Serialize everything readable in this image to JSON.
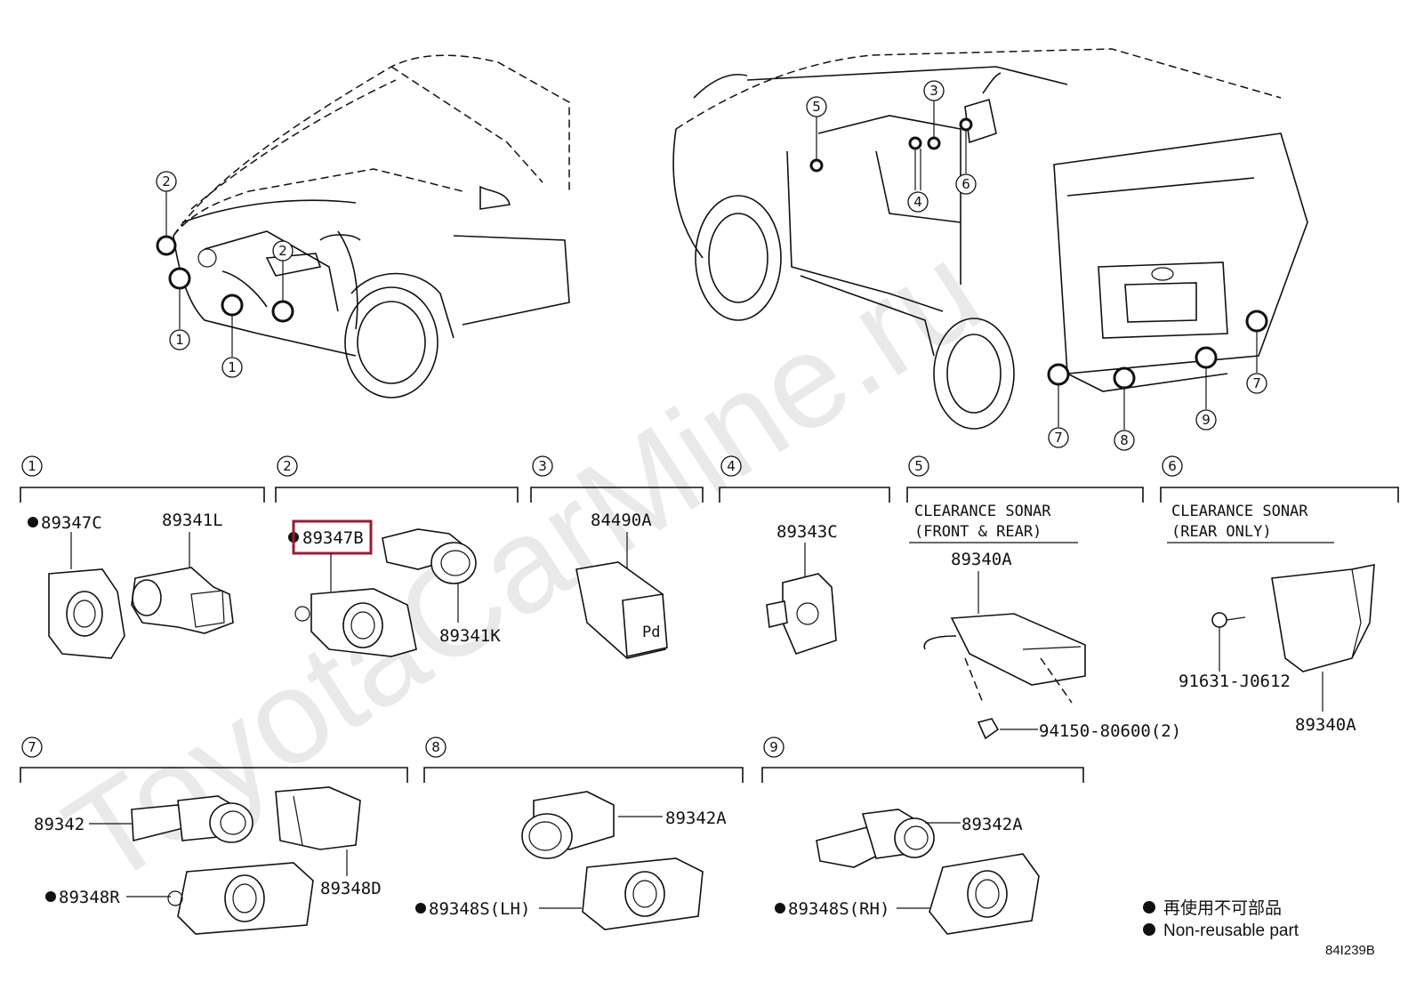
{
  "diagram": {
    "code": "84I239B",
    "watermark": "ToyotaCarMine.ru",
    "car_callouts": [
      "1",
      "1",
      "2",
      "2",
      "3",
      "4",
      "5",
      "6",
      "7",
      "7",
      "8",
      "9"
    ],
    "groups": [
      {
        "id": "1",
        "parts": [
          "89347C",
          "89341L"
        ]
      },
      {
        "id": "2",
        "parts": [
          "89347B",
          "89341K"
        ]
      },
      {
        "id": "3",
        "parts": [
          "84490A"
        ]
      },
      {
        "id": "4",
        "parts": [
          "89343C"
        ]
      },
      {
        "id": "5",
        "title_line1": "CLEARANCE SONAR",
        "title_line2": "(FRONT & REAR)",
        "parts": [
          "89340A",
          "94150-80600(2)"
        ]
      },
      {
        "id": "6",
        "title_line1": "CLEARANCE SONAR",
        "title_line2": "(REAR ONLY)",
        "parts": [
          "91631-J0612",
          "89340A"
        ]
      },
      {
        "id": "7",
        "parts": [
          "89342",
          "89348R",
          "89348D"
        ]
      },
      {
        "id": "8",
        "parts": [
          "89342A",
          "89348S(LH)"
        ]
      },
      {
        "id": "9",
        "parts": [
          "89342A",
          "89348S(RH)"
        ]
      }
    ],
    "highlighted_part": "89347B",
    "highlight_color": "#9b1b30",
    "legend": {
      "japanese": "再使用不可部品",
      "english": "Non-reusable part"
    }
  }
}
